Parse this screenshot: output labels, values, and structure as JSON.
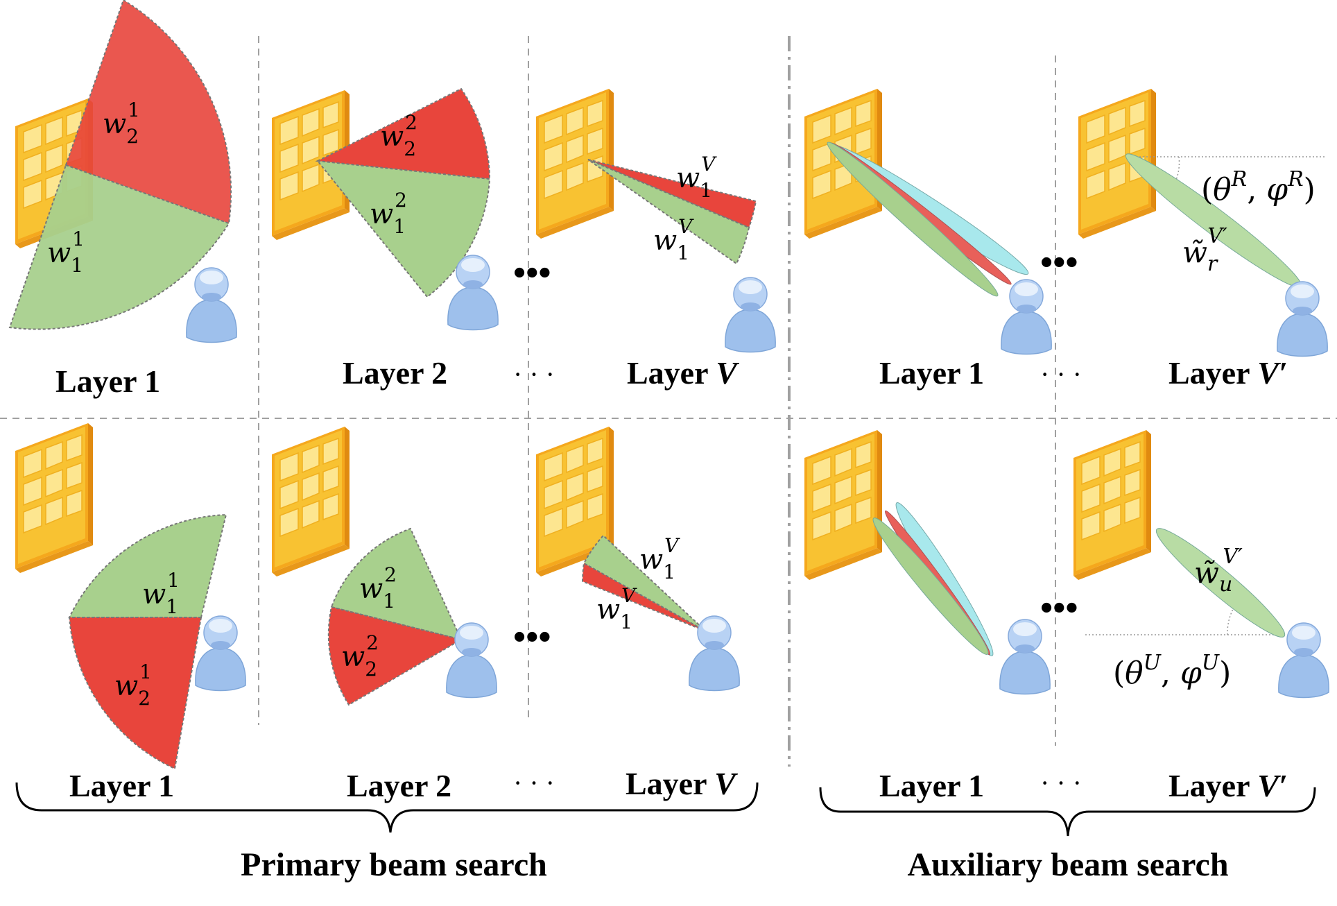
{
  "colors": {
    "red_beam": "#e8453c",
    "green_beam": "#a8d08d",
    "cyan_beam": "#a8e8ec",
    "panel_gold": "#f5b81d",
    "panel_cell": "#fde07a",
    "user_blue": "#a8c8f0",
    "divider": "#a0a0a0"
  },
  "icons": [
    "antenna-panel-icon",
    "user-icon"
  ],
  "primary": {
    "top": {
      "layer1": "Layer 1",
      "layer2": "Layer 2",
      "layerV_prefix": "Layer ",
      "layerV_var": "V",
      "dots": "· · ·"
    },
    "bottom": {
      "layer1": "Layer 1",
      "layer2": "Layer 2",
      "layerV_prefix": "Layer ",
      "layerV_var": "V",
      "dots": "· · ·"
    },
    "title": "Primary beam search"
  },
  "auxiliary": {
    "top": {
      "layer1": "Layer 1",
      "layerVp_prefix": "Layer ",
      "layerVp_var": "V′",
      "dots": "· · ·",
      "angle": {
        "open": "(",
        "theta": "θ",
        "theta_sup": "R",
        "comma": ", ",
        "phi": "φ",
        "phi_sup": "R",
        "close": ")"
      },
      "beam": {
        "base": "w̃",
        "sub": "r",
        "sup": "V′"
      }
    },
    "bottom": {
      "layer1": "Layer 1",
      "layerVp_prefix": "Layer ",
      "layerVp_var": "V′",
      "dots": "· · ·",
      "angle": {
        "open": "(",
        "theta": "θ",
        "theta_sup": "U",
        "comma": ", ",
        "phi": "φ",
        "phi_sup": "U",
        "close": ")"
      },
      "beam": {
        "base": "w̃",
        "sub": "u",
        "sup": "V′"
      }
    },
    "title": "Auxiliary beam search"
  },
  "beam_labels": {
    "w": "w",
    "sub_1": "1",
    "sub_2": "2",
    "sup_1": "1",
    "sup_2": "2",
    "sup_V": "V"
  }
}
